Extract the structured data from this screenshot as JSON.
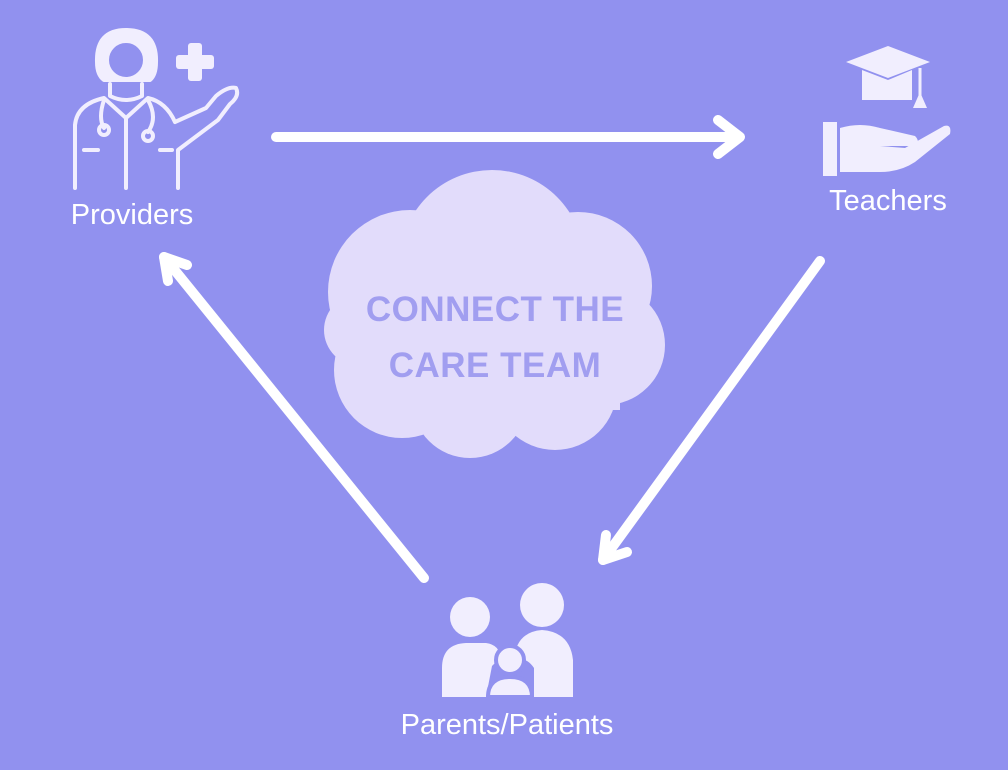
{
  "diagram": {
    "nodes": {
      "providers": {
        "label": "Providers",
        "icon": "doctor-icon"
      },
      "teachers": {
        "label": "Teachers",
        "icon": "graduation-hand-icon"
      },
      "parents": {
        "label": "Parents/Patients",
        "icon": "family-icon"
      }
    },
    "center": {
      "line1": "CONNECT THE",
      "line2": "CARE TEAM"
    },
    "edges": [
      {
        "from": "providers",
        "to": "teachers"
      },
      {
        "from": "teachers",
        "to": "parents"
      },
      {
        "from": "parents",
        "to": "providers"
      }
    ]
  },
  "colors": {
    "background": "#9191ef",
    "arrow": "#ffffff",
    "icon": "#f1eefe",
    "cloud": "#e2dcfb",
    "cloud_text": "#a19ef0"
  }
}
